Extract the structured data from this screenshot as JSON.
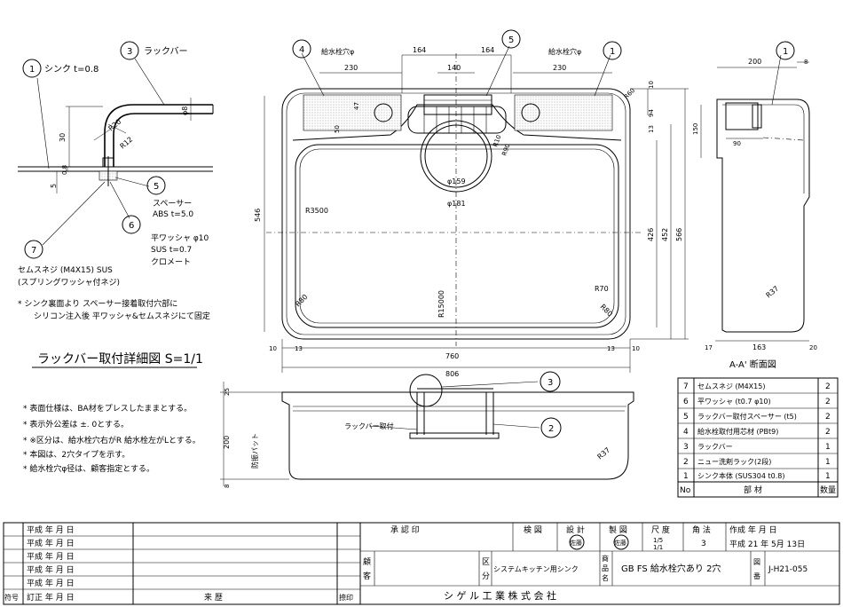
{
  "detail": {
    "sink": "シンク t=0.8",
    "rackbar": "ラックバー",
    "spacer1": "スペーサー",
    "spacer2": "ABS t=5.0",
    "washer1": "平ワッシャ φ10",
    "washer2": "SUS t=0.7",
    "washer3": "クロメート",
    "screw1": "セムスネジ (M4X15) SUS",
    "screw2": "(スプリングワッシャ付ネジ)",
    "note1": "* シンク裏面より スペーサー接着取付穴部に",
    "note2": "シリコン注入後 平ワッシャ&セムスネジにて固定",
    "title": "ラックバー取付詳細図 S=1/1",
    "r20": "R20",
    "r12": "R12",
    "d30": "30",
    "d8": "φ8",
    "d5": "5",
    "d08": "0.8",
    "b1": "1",
    "b3": "3",
    "b5": "5",
    "b6": "6",
    "b7": "7"
  },
  "notes": [
    "* 表面仕様は、BA材をプレスしたままとする。",
    "* 表示外公差は ±. 0とする。",
    "* ※区分は、給水栓穴右がR 給水栓左がLとする。",
    "* 本図は、2穴タイプを示す。",
    "* 給水栓穴φ径は、顧客指定とする。"
  ],
  "plan": {
    "hole_left": "給水栓穴φ",
    "hole_right": "給水栓穴φ",
    "d230a": "230",
    "d164a": "164",
    "d164b": "164",
    "d140": "140",
    "d230b": "230",
    "d47": "47",
    "d50": "50",
    "d159": "φ159",
    "d181": "φ181",
    "r3500": "R3500",
    "r15000": "R15000",
    "r70": "R70",
    "r80": "R80",
    "r80b": "R80",
    "r90": "R90",
    "r60": "R60",
    "r10": "R10",
    "d546": "546",
    "d10t": "10",
    "d94": "94",
    "d13r": "13",
    "d426": "426",
    "d452": "452",
    "d566": "566",
    "d10b": "10",
    "d13bl": "13",
    "d760": "760",
    "d13br": "13",
    "d10br": "10",
    "d806": "806",
    "b4": "4",
    "b5": "5",
    "b1": "1"
  },
  "side": {
    "d200": "200",
    "d8": "8",
    "d150": "150",
    "d90": "90",
    "r37": "R37",
    "d17": "17",
    "d163": "163",
    "d20": "20",
    "title": "A-A' 断面図",
    "b1": "1"
  },
  "front": {
    "label": "ラックバー取付",
    "pad": "防振パット",
    "d25": "25",
    "d200": "200",
    "d8": "8",
    "r37": "R37",
    "b3": "3",
    "b2": "2"
  },
  "parts": {
    "header_no": "No",
    "header_name": "部 材",
    "header_qty": "数量",
    "rows": [
      {
        "no": "7",
        "name": "セムスネジ (M4X15)",
        "qty": "2"
      },
      {
        "no": "6",
        "name": "平ワッシャ (t0.7 φ10)",
        "qty": "2"
      },
      {
        "no": "5",
        "name": "ラックバー取付スペーサー (t5)",
        "qty": "2"
      },
      {
        "no": "4",
        "name": "給水栓取付用芯材 (PBt9)",
        "qty": "2"
      },
      {
        "no": "3",
        "name": "ラックバー",
        "qty": "1"
      },
      {
        "no": "2",
        "name": "ニュー洗剤ラック(2段)",
        "qty": "1"
      },
      {
        "no": "1",
        "name": "シンク本体 (SUS304 t0.8)",
        "qty": "1"
      }
    ]
  },
  "titleblock": {
    "revs": [
      "平成 年 月 日",
      "平成 年 月 日",
      "平成 年 月 日",
      "平成 年 月 日",
      "平成 年 月 日"
    ],
    "rev_last": "訂正 年 月 日",
    "sym": "符号",
    "history": "来 歴",
    "stamp": "捺印",
    "approve": "承 認 印",
    "check": "検 図",
    "design": "設 計",
    "draw": "製 図",
    "sato1": "佐藤",
    "sato2": "佐藤",
    "scale_h": "尺 度",
    "scale1": "1/5",
    "scale2": "1/1",
    "angle_h": "角 法",
    "angle": "3",
    "made": "作成 年 月 日",
    "made_date": "平成 21 年 5月 13日",
    "cust1": "顧",
    "cust2": "客",
    "kubun1": "区",
    "kubun2": "分",
    "kubun_val": "システムキッチン用シンク",
    "prod1": "商",
    "prod2": "品",
    "prod3": "名",
    "prod_val": "GB FS 給水栓穴あり 2穴",
    "fig1": "図",
    "fig2": "番",
    "fig_val": "J-H21-055",
    "company": "シ ゲ ル 工 業 株 式 会 社"
  }
}
